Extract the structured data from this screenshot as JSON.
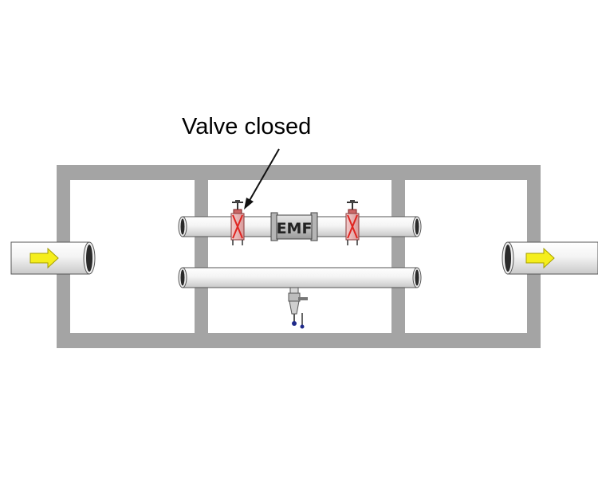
{
  "annotation": {
    "text": "Valve closed"
  },
  "meter": {
    "label": "EMF"
  },
  "flow": {
    "inlet_direction": "right",
    "outlet_direction": "right"
  },
  "valves": [
    {
      "name": "upstream-valve",
      "state": "closed"
    },
    {
      "name": "downstream-valve",
      "state": "closed"
    }
  ],
  "colors": {
    "frame": "#a4a4a4",
    "pipe": "#f2f2f2",
    "valve_body": "#e8b7b7",
    "valve_cross": "#e0231f",
    "flow_arrow": "#f5ee1c",
    "meter_body": "#c8c8c8"
  },
  "icons": {
    "flow_arrow": "arrow-right-icon",
    "valve": "gate-valve-icon",
    "drain_valve": "drain-valve-icon"
  }
}
